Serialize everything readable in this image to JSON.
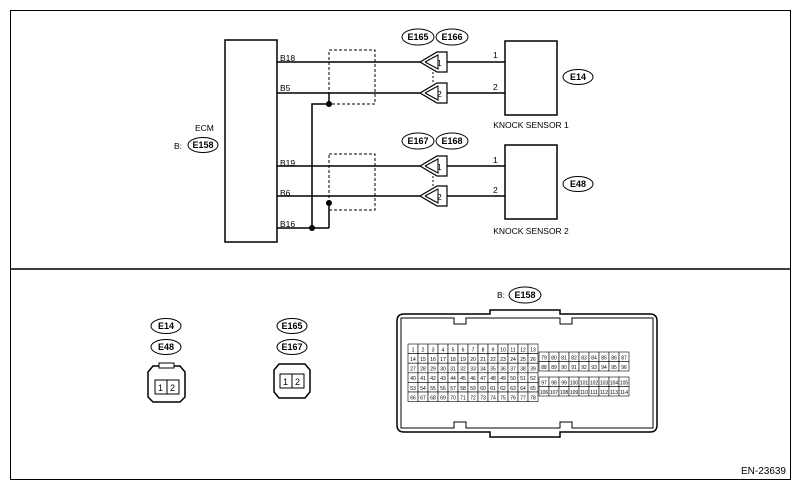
{
  "ecm": {
    "title": "ECM",
    "connector_prefix": "B:",
    "connector_tag": "E158",
    "pins": [
      "B18",
      "B5",
      "B19",
      "B6",
      "B16"
    ]
  },
  "sensor1": {
    "label": "KNOCK SENSOR 1",
    "tag": "E14",
    "conn_a": "E165",
    "conn_b": "E166",
    "pins": [
      "1",
      "2"
    ]
  },
  "sensor2": {
    "label": "KNOCK SENSOR 2",
    "tag": "E48",
    "conn_a": "E167",
    "conn_b": "E168",
    "pins": [
      "1",
      "2"
    ]
  },
  "connectors": {
    "left_tags": [
      "E14",
      "E48"
    ],
    "left_pins": [
      "1",
      "2"
    ],
    "mid_tags": [
      "E165",
      "E167"
    ],
    "mid_pins": [
      "1",
      "2"
    ],
    "big_prefix": "B:",
    "big_tag": "E158",
    "big_left_grid": [
      [
        "1",
        "2",
        "3",
        "4",
        "5",
        "6",
        "7",
        "8",
        "9",
        "10",
        "11",
        "12",
        "13"
      ],
      [
        "14",
        "15",
        "16",
        "17",
        "18",
        "19",
        "20",
        "21",
        "22",
        "23",
        "24",
        "25",
        "26"
      ],
      [
        "27",
        "28",
        "29",
        "30",
        "31",
        "32",
        "33",
        "34",
        "35",
        "36",
        "37",
        "38",
        "39"
      ],
      [
        "40",
        "41",
        "42",
        "43",
        "44",
        "45",
        "46",
        "47",
        "48",
        "49",
        "50",
        "51",
        "52"
      ],
      [
        "53",
        "54",
        "55",
        "56",
        "57",
        "58",
        "59",
        "60",
        "61",
        "62",
        "63",
        "64",
        "65"
      ],
      [
        "66",
        "67",
        "68",
        "69",
        "70",
        "71",
        "72",
        "73",
        "74",
        "75",
        "76",
        "77",
        "78"
      ]
    ],
    "big_right_top": [
      [
        "79",
        "80",
        "81",
        "82",
        "83",
        "84",
        "85",
        "86",
        "87"
      ],
      [
        "88",
        "89",
        "90",
        "91",
        "92",
        "93",
        "94",
        "95",
        "96"
      ]
    ],
    "big_right_bottom": [
      [
        "97",
        "98",
        "99",
        "100",
        "101",
        "102",
        "103",
        "104",
        "105"
      ],
      [
        "106",
        "107",
        "108",
        "109",
        "110",
        "111",
        "112",
        "113",
        "114"
      ]
    ]
  },
  "footer": {
    "code": "EN-23639"
  }
}
